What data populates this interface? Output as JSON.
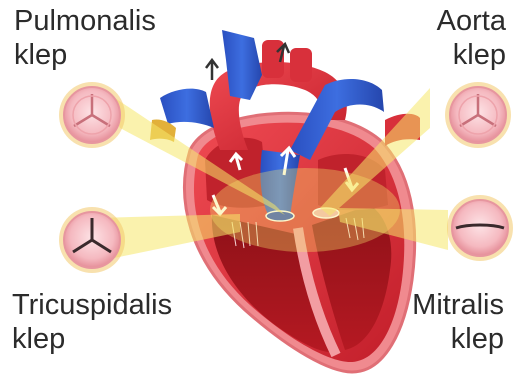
{
  "labels": {
    "pulmonalis": {
      "line1": "Pulmonalis",
      "line2": "klep"
    },
    "aorta": {
      "line1": "Aorta",
      "line2": "klep"
    },
    "tricuspidalis": {
      "line1": "Tricuspidalis",
      "line2": "klep"
    },
    "mitralis": {
      "line1": "Mitralis",
      "line2": "klep"
    }
  },
  "colors": {
    "oxygenated": "#e32b36",
    "deoxygenated": "#2a55c9",
    "valve_pink": "#f4b7bd",
    "highlight_yellow": "#f6e86a"
  }
}
